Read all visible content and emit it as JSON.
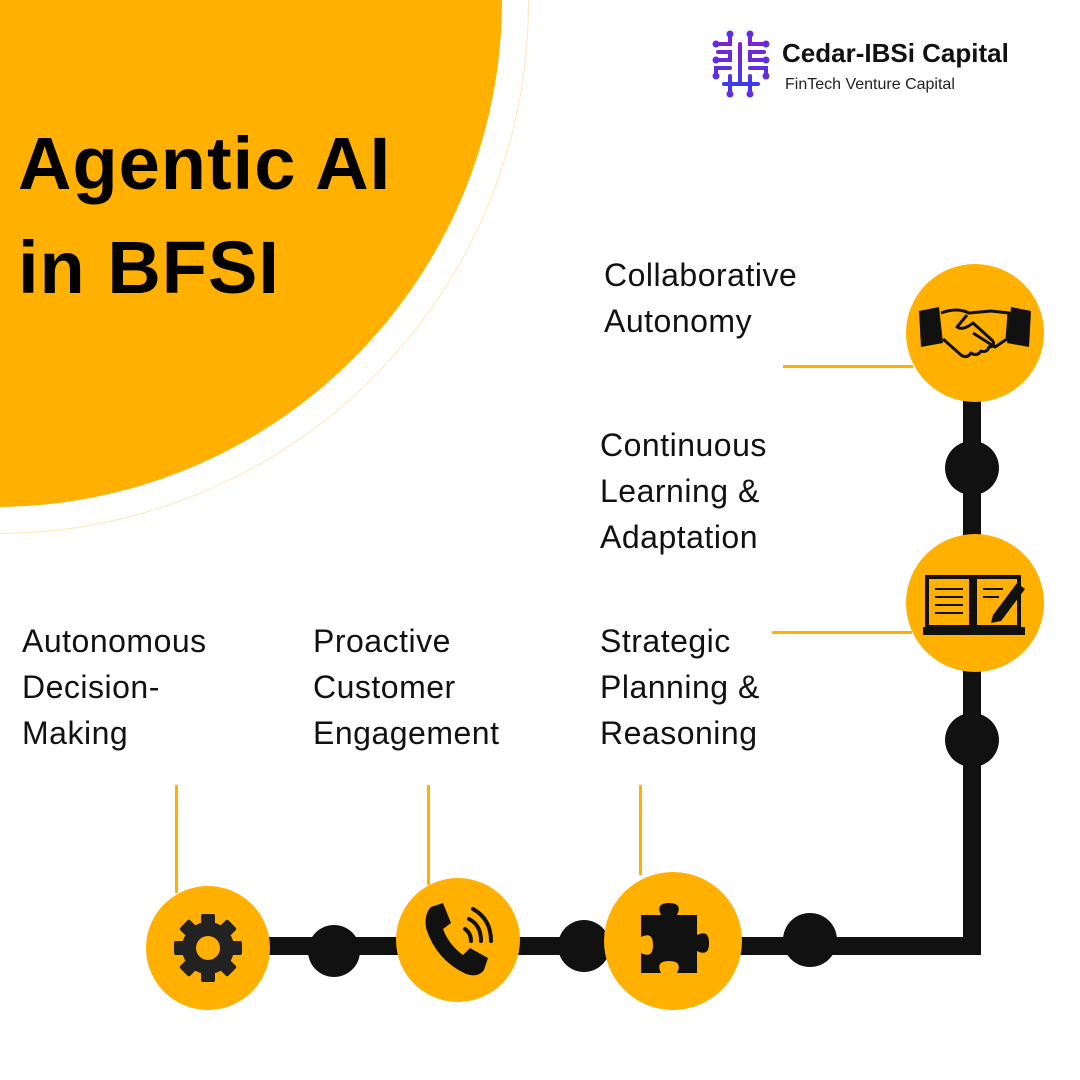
{
  "title": {
    "line1": "Agentic AI",
    "line2": "in BFSI"
  },
  "logo": {
    "name": "Cedar-IBSi Capital",
    "tagline": "FinTech Venture Capital",
    "icon": "circuit-grid-logo-icon"
  },
  "colors": {
    "accent": "#FFB000",
    "track": "#111111"
  },
  "steps": [
    {
      "lines": [
        "Autonomous",
        "Decision-",
        "Making"
      ],
      "icon": "gear-icon"
    },
    {
      "lines": [
        "Proactive",
        "Customer",
        "Engagement"
      ],
      "icon": "phone-icon"
    },
    {
      "lines": [
        "Strategic",
        "Planning &",
        "Reasoning"
      ],
      "icon": "puzzle-icon"
    },
    {
      "lines": [
        "Continuous",
        "Learning &",
        "Adaptation"
      ],
      "icon": "book-pencil-icon"
    },
    {
      "lines": [
        "Collaborative",
        "Autonomy"
      ],
      "icon": "handshake-icon"
    }
  ]
}
